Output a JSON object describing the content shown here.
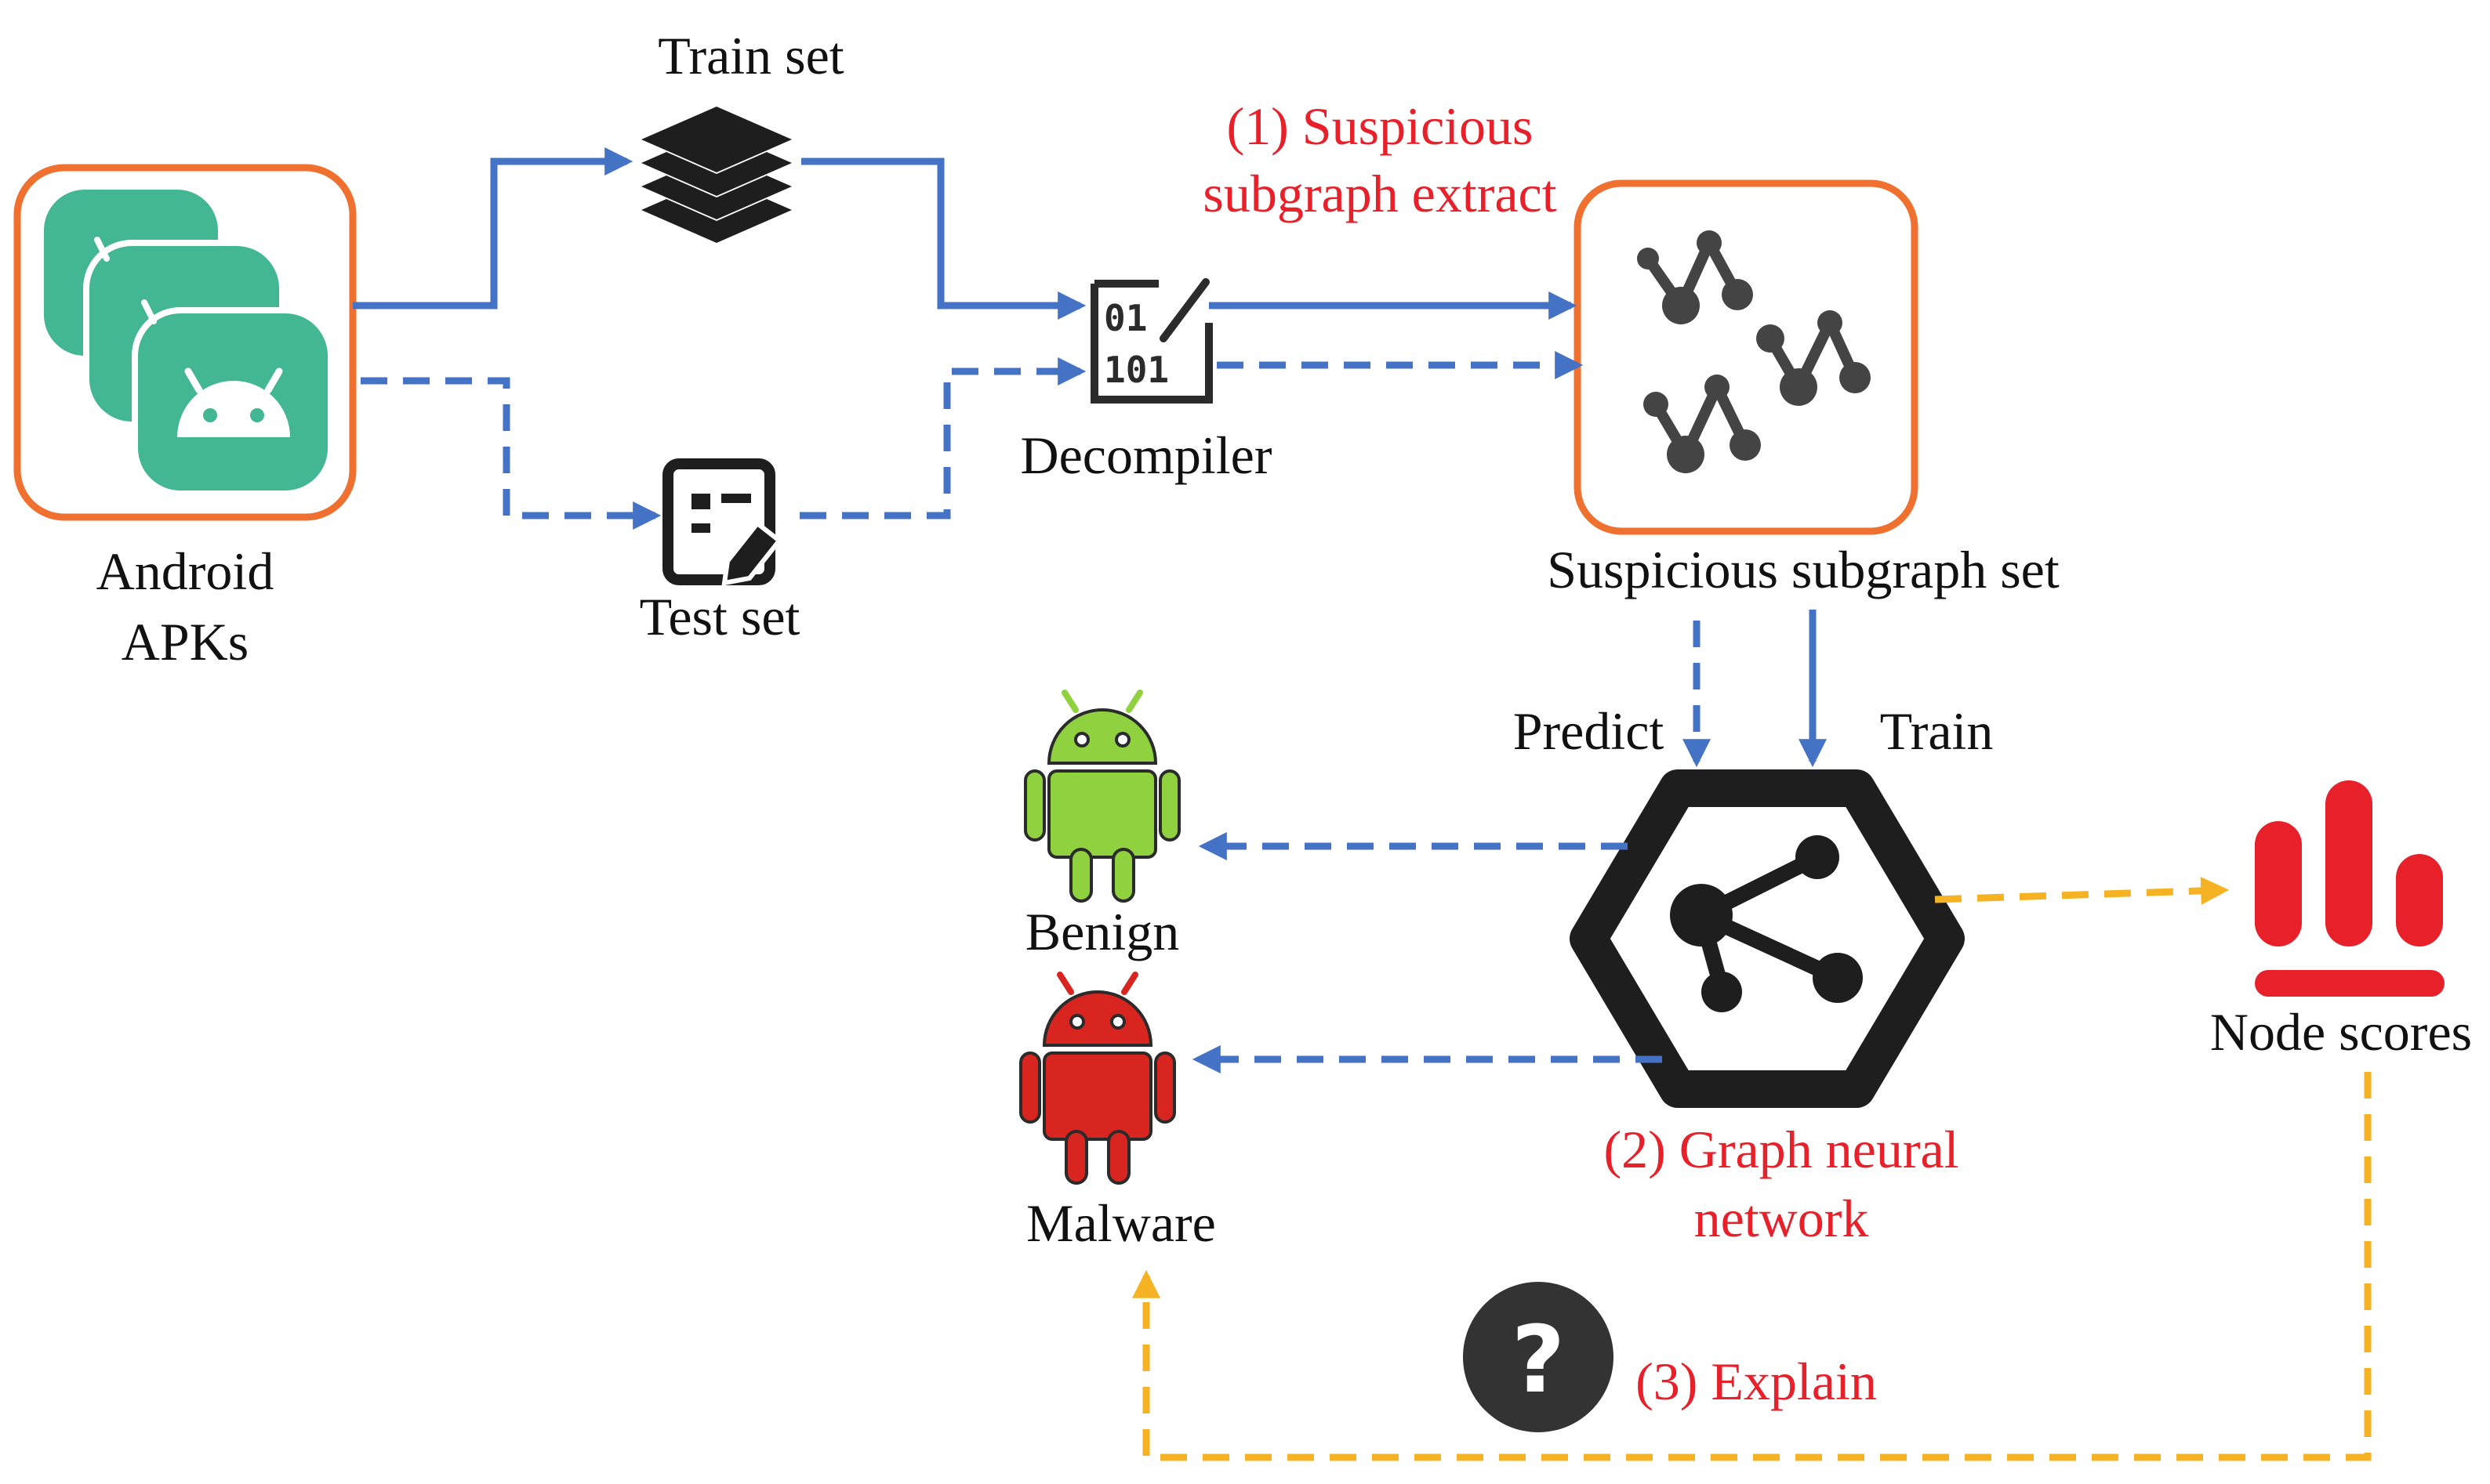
{
  "labels": {
    "android_apks_line1": "Android",
    "android_apks_line2": "APKs",
    "train_set": "Train set",
    "test_set": "Test set",
    "decompiler": "Decompiler",
    "step1_line1": "(1) Suspicious",
    "step1_line2": "subgraph extract",
    "suspicious_subgraph_set": "Suspicious subgraph set",
    "predict": "Predict",
    "train": "Train",
    "benign": "Benign",
    "malware": "Malware",
    "step2_line1": "(2) Graph neural",
    "step2_line2": "network",
    "node_scores": "Node scores",
    "step3": "(3) Explain",
    "decompiler_icon_row1": "01",
    "decompiler_icon_row2": "101",
    "help_glyph": "?"
  },
  "colors": {
    "train_flow": "#4472c4",
    "test_flow": "#4472c4",
    "explain_flow": "#f5b324",
    "box_border": "#f07030",
    "apk_icon": "#43b694",
    "benign_icon": "#8fd13f",
    "malware_icon": "#d8251f",
    "node_scores_icon": "#e8202a",
    "dark_icon": "#2b2b2b",
    "step_text": "#e8202a"
  },
  "icons": [
    "android-apk-icon",
    "layers-stack-icon",
    "edit-document-icon",
    "binary-code-icon",
    "subgraph-icon",
    "gnn-hexagon-icon",
    "android-robot-icon",
    "bar-chart-icon",
    "question-icon"
  ]
}
